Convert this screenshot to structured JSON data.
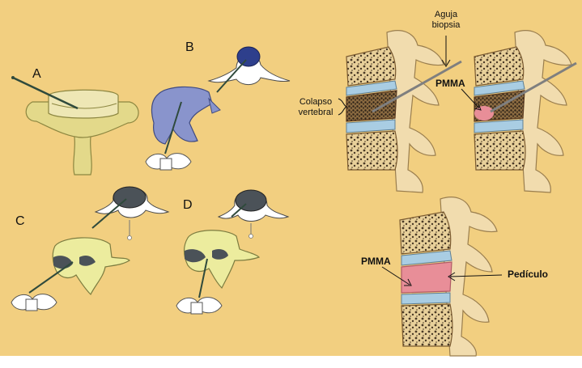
{
  "panels": {
    "a": "A",
    "b": "B",
    "c": "C",
    "d": "D"
  },
  "labels": {
    "needle_line1": "Aguja",
    "needle_line2": "biopsia",
    "collapse_line1": "Colapso",
    "collapse_line2": "vertebral",
    "pmma_top": "PMMA",
    "pmma_bottom": "PMMA",
    "pedicle": "Pedículo"
  },
  "colors": {
    "background": "#f2cf80",
    "bone_yellow": "#e3d98a",
    "bone_blue": "#7f8cc6",
    "disc_blue": "#a9cde3",
    "cement_pink": "#e88e98",
    "spine_bone": "#f1dcae",
    "dark_fill": "#566066"
  }
}
